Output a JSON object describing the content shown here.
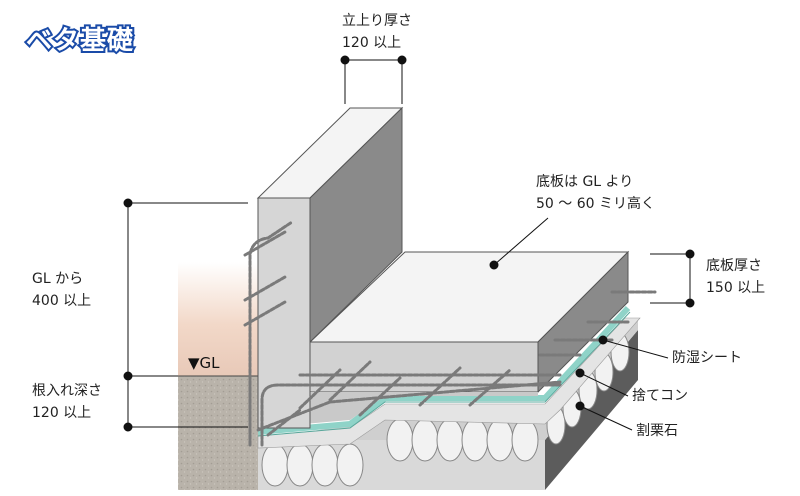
{
  "title": "ベタ基礎",
  "labels": {
    "rise_thickness": {
      "line1": "立上り厚さ",
      "line2": "120 以上"
    },
    "base_above_gl": {
      "line1": "底板は GL より",
      "line2": "50 〜 60 ミリ高く"
    },
    "base_thickness": {
      "line1": "底板厚さ",
      "line2": "150 以上"
    },
    "gl_height": {
      "line1": "GL から",
      "line2": "400 以上"
    },
    "embed_depth": {
      "line1": "根入れ深さ",
      "line2": "120 以上"
    },
    "moisture_sheet": "防湿シート",
    "lean_concrete": "捨てコン",
    "crushed_stone": "割栗石",
    "gl_marker": "▼GL"
  },
  "colors": {
    "title_outline": "#1a4ba8",
    "concrete_top": "#f4f4f4",
    "concrete_front": "#d2d2d2",
    "concrete_side": "#8a8a8a",
    "moisture_sheet": "#8fd3c8",
    "ground": "#b8b2a8"
  }
}
